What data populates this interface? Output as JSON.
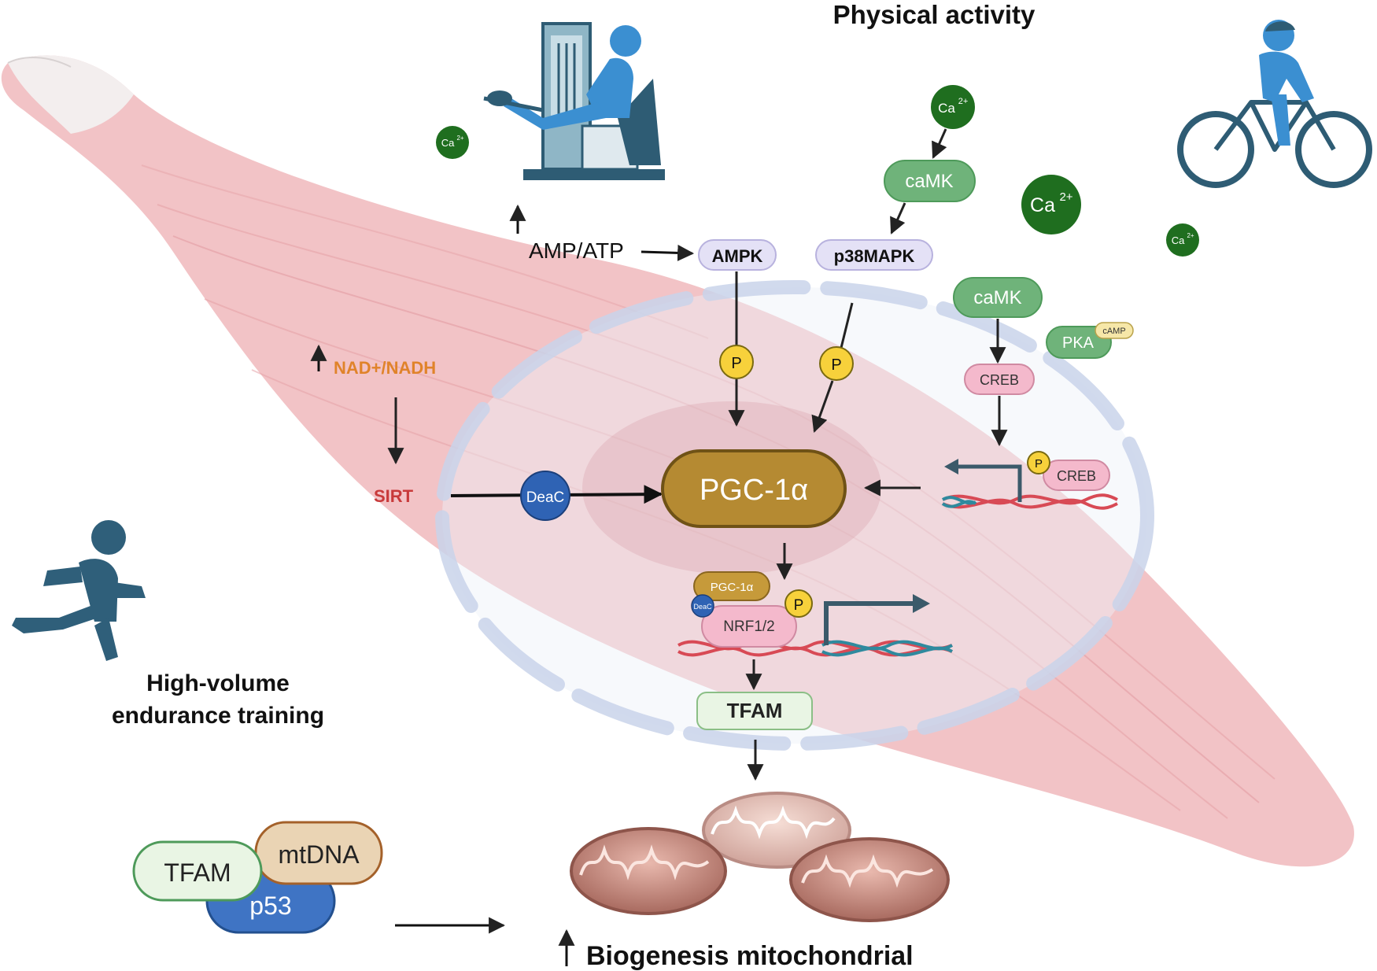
{
  "title": "Physical activity",
  "labels": {
    "amp_atp": "AMP/ATP",
    "ampk": "AMPK",
    "p38mapk": "p38MAPK",
    "camk_top": "caMK",
    "camk_mid": "caMK",
    "pka": "PKA",
    "camp": "cAMP",
    "creb_upper": "CREB",
    "creb_lower": "CREB",
    "nad_nadh": "NAD+/NADH",
    "sirt": "SIRT",
    "deac": "DeaC",
    "deac_small": "DeaC",
    "pgc1a_main": "PGC-1α",
    "pgc1a_small": "PGC-1α",
    "nrf": "NRF1/2",
    "tfam_center": "TFAM",
    "phospho": "P",
    "ca": "Ca",
    "ca_sup": "2+",
    "tfam_complex": "TFAM",
    "mtdna": "mtDNA",
    "p53": "p53",
    "training_line1": "High-volume",
    "training_line2": "endurance training",
    "biogenesis": "Biogenesis mitochondrial"
  },
  "colors": {
    "muscle": "#f0b8bc",
    "nucleus_dash": "#c9d3ea",
    "nucleus_fill": "#eef1f8",
    "pgc1a": "#b58a32",
    "green_protein": "#6fb37a",
    "ca_ion": "#1f6e1f",
    "phospho": "#f7d13b",
    "lavender": "#e4e1f6",
    "creb": "#f4b9cc",
    "deac": "#2f63b4",
    "sirt": "#c83a3a",
    "nad": "#e0832a",
    "person": "#2f5f7a",
    "cyclist": "#3b8fd1",
    "p53": "#3f74c4",
    "mtdna": "#ead4b4",
    "tfam_pill": "#e9f5e4",
    "mito": "#c98c84"
  },
  "icons": [
    "leg-press-machine-icon",
    "cyclist-icon",
    "runner-icon",
    "mitochondrion-icon",
    "dna-helix-icon"
  ]
}
